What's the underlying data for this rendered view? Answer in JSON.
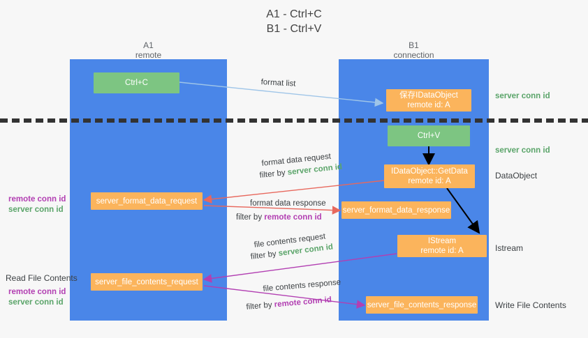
{
  "title": "A1 - Ctrl+C\nB1 - Ctrl+V",
  "lanes": [
    {
      "name": "A1",
      "sub": "remote"
    },
    {
      "name": "B1",
      "sub": "connection"
    }
  ],
  "nodes": {
    "ctrl_c": {
      "line1": "Ctrl+C",
      "line2": ""
    },
    "idataobject_store": {
      "line1": "保存IDataObject",
      "line2": "remote id: A"
    },
    "ctrl_v": {
      "line1": "Ctrl+V",
      "line2": ""
    },
    "getdata": {
      "line1": "IDataObject::GetData",
      "line2": "remote id: A"
    },
    "server_format_data_request": {
      "line1": "server_format_data_request",
      "line2": ""
    },
    "server_format_data_response": {
      "line1": "server_format_data_response",
      "line2": ""
    },
    "istream": {
      "line1": "IStream",
      "line2": "remote id: A"
    },
    "server_file_contents_request": {
      "line1": "server_file_contents_request",
      "line2": ""
    },
    "server_file_contents_response": {
      "line1": "server_file_contents_response",
      "line2": ""
    }
  },
  "right_labels": {
    "server_conn_id_1": "server conn id",
    "server_conn_id_2": "server conn id",
    "dataobject": "DataObject",
    "istream": "Istream",
    "write_file_contents": "Write File Contents"
  },
  "left_labels": {
    "remote_conn_id_1": "remote conn id",
    "server_conn_id_1": "server conn id",
    "read_file_contents": "Read File Contents",
    "remote_conn_id_2": "remote conn id",
    "server_conn_id_2": "server conn id"
  },
  "edges": {
    "format_list": "format list",
    "format_data_request": "format data request",
    "format_data_request_filter_prefix": "filter by ",
    "format_data_request_filter_key": "server conn id",
    "format_data_response": "format data response",
    "format_data_response_filter_prefix": "filter by ",
    "format_data_response_filter_key": "remote conn id",
    "file_contents_request": "file contents request",
    "file_contents_request_filter_prefix": "filter by ",
    "file_contents_request_filter_key": "server conn id",
    "file_contents_response": "file contents response",
    "file_contents_response_filter_prefix": "filter by ",
    "file_contents_response_filter_key": "remote conn id"
  },
  "colors": {
    "lane": "#4a86e8",
    "green_node": "#7dc582",
    "orange_node": "#fbb45c",
    "server_conn_id": "#5aa469",
    "remote_conn_id": "#b23fb2",
    "arrow_blue": "#9fc5e8",
    "arrow_red": "#e8685d",
    "arrow_magenta": "#b23fb2",
    "arrow_black": "#000000",
    "background": "#f7f7f7"
  }
}
